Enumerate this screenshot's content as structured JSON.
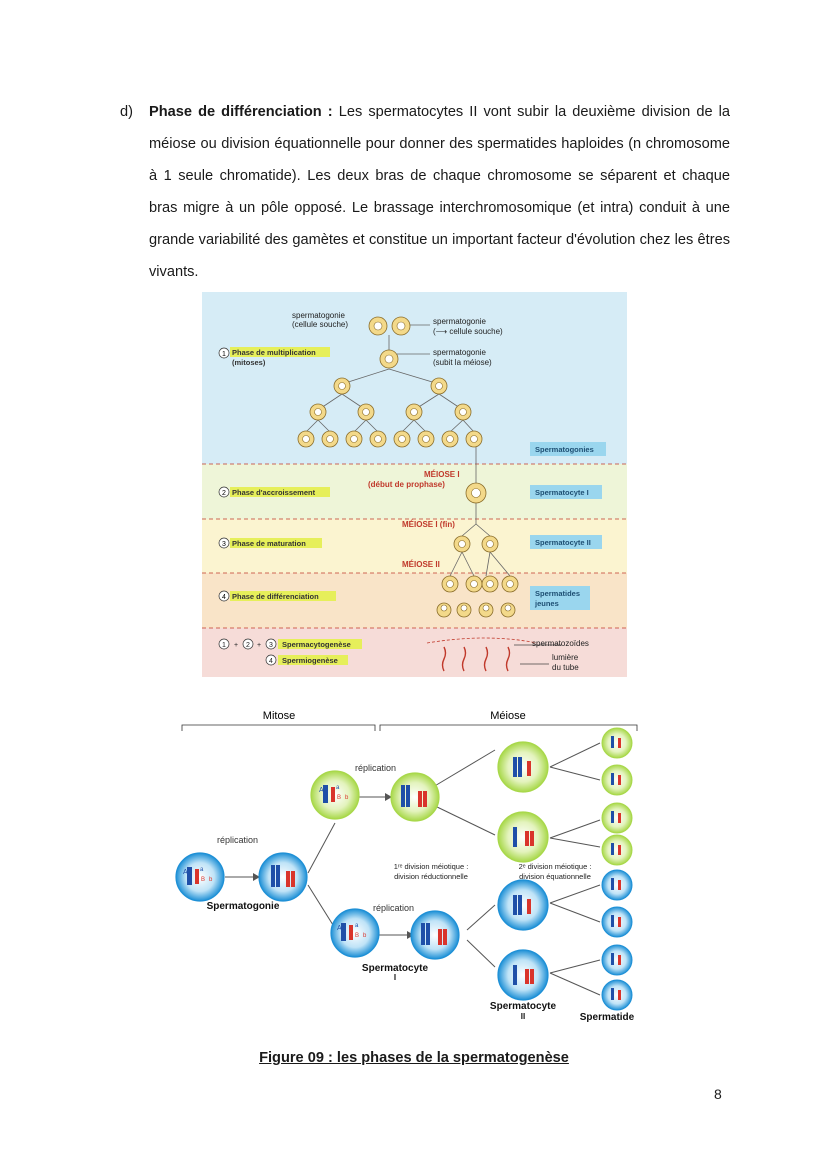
{
  "paragraph": {
    "marker": "d)",
    "heading": "Phase de différenciation :",
    "text": "Les spermatocytes II vont subir la deuxième division de la méiose ou division équationnelle pour donner des spermatides haploides (n chromosome à 1 seule chromatide). Les deux bras de chaque chromosome se séparent et chaque bras migre à un pôle opposé. Le brassage interchromosomique (et intra) conduit à une grande variabilité des gamètes et constitue un important facteur d'évolution chez les êtres vivants."
  },
  "figure_top": {
    "labels": {
      "spermatogonie_souche_left_1": "spermatogonie",
      "spermatogonie_souche_left_2": "(cellule souche)",
      "spermatogonie_souche_right_1": "spermatogonie",
      "spermatogonie_souche_right_2": "(⟶ cellule souche)",
      "spermatogonie_meiose_1": "spermatogonie",
      "spermatogonie_meiose_2": "(subit la méiose)",
      "meiose1": "MÉIOSE I",
      "debut_prophase": "(début de prophase)",
      "meiose1_fin": "MÉIOSE I (fin)",
      "meiose2": "MÉIOSE II",
      "spermatozoides": "spermatozoïdes",
      "lumiere_1": "lumière",
      "lumiere_2": "du tube"
    },
    "phases": [
      {
        "num": "1",
        "label": "Phase de multiplication",
        "sub": "(mitoses)"
      },
      {
        "num": "2",
        "label": "Phase d'accroissement"
      },
      {
        "num": "3",
        "label": "Phase de maturation"
      },
      {
        "num": "4",
        "label": "Phase de différenciation"
      }
    ],
    "cell_types": [
      "Spermatogonies",
      "Spermatocyte I",
      "Spermatocyte II",
      "Spermatides",
      "jeunes"
    ],
    "legend": {
      "n1": "1",
      "n2": "2",
      "n3": "3",
      "n4": "4",
      "plus": "+",
      "spermacytogenese": "Spermacytogenèse",
      "spermiogenese": "Spermiogenèse"
    },
    "colors": {
      "band1": "#d6ecf6",
      "band2": "#eef5d8",
      "band3": "#fbf4d0",
      "band4": "#f9e4c8",
      "band5": "#f6dcd8",
      "cell": "#f3d98a",
      "highlight": "#e6ef5a",
      "type_box": "#9ad6ee",
      "meiose_text": "#c0392b"
    }
  },
  "figure_bottom": {
    "mitose": "Mitose",
    "meiose": "Méiose",
    "replication_1": "réplication",
    "replication_2": "réplication",
    "replication_3": "réplication",
    "division1_1": "1ʳᵉ division méiotique :",
    "division1_2": "division réductionnelle",
    "division2_1": "2ᵉ division méiotique :",
    "division2_2": "division équationnelle",
    "spermatogonie": "Spermatogonie",
    "spermatocyte1_1": "Spermatocyte",
    "spermatocyte1_2": "I",
    "spermatocyte2_1": "Spermatocyte",
    "spermatocyte2_2": "II",
    "spermatide": "Spermatide",
    "allele_a_upper": "A",
    "allele_a_lower": "a",
    "allele_b_upper": "B",
    "allele_b_lower": "b",
    "colors": {
      "blue_cell": "#1e90d6",
      "green_cell": "#a8d84a",
      "blue_chrom": "#1f4fa8",
      "red_chrom": "#d9342b"
    }
  },
  "caption": "Figure 09 : les phases de la spermatogenèse",
  "page_number": "8"
}
